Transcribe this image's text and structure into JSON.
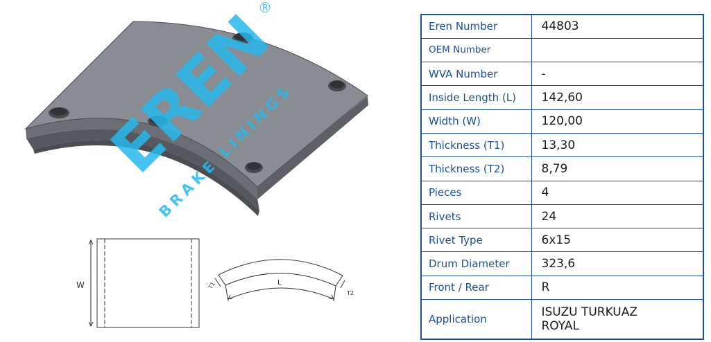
{
  "watermark": {
    "brand": "EREN",
    "tagline": "BRAKE LININGS",
    "registered": "®",
    "color": "#29b8ec"
  },
  "drawing": {
    "width_label": "W",
    "length_label": "L",
    "t1_label": "T1",
    "t2_label": "T2"
  },
  "colors": {
    "table_border": "#1c4f96",
    "label_text": "#1c4f96",
    "lining_top": "#86898f",
    "lining_side": "#6e7177"
  },
  "specs": [
    {
      "label": "Eren Number",
      "value": "44803"
    },
    {
      "label": "OEM Number",
      "value": ""
    },
    {
      "label": "WVA Number",
      "value": "-"
    },
    {
      "label": "Inside Length (L)",
      "value": "142,60"
    },
    {
      "label": "Width (W)",
      "value": "120,00"
    },
    {
      "label": "Thickness (T1)",
      "value": "13,30"
    },
    {
      "label": "Thickness (T2)",
      "value": "8,79"
    },
    {
      "label": "Pieces",
      "value": "4"
    },
    {
      "label": "Rivets",
      "value": "24"
    },
    {
      "label": "Rivet Type",
      "value": "6x15"
    },
    {
      "label": "Drum Diameter",
      "value": "323,6"
    },
    {
      "label": "Front / Rear",
      "value": "R"
    },
    {
      "label": "Application",
      "value_line1": "ISUZU TURKUAZ",
      "value_line2": "ROYAL"
    }
  ]
}
